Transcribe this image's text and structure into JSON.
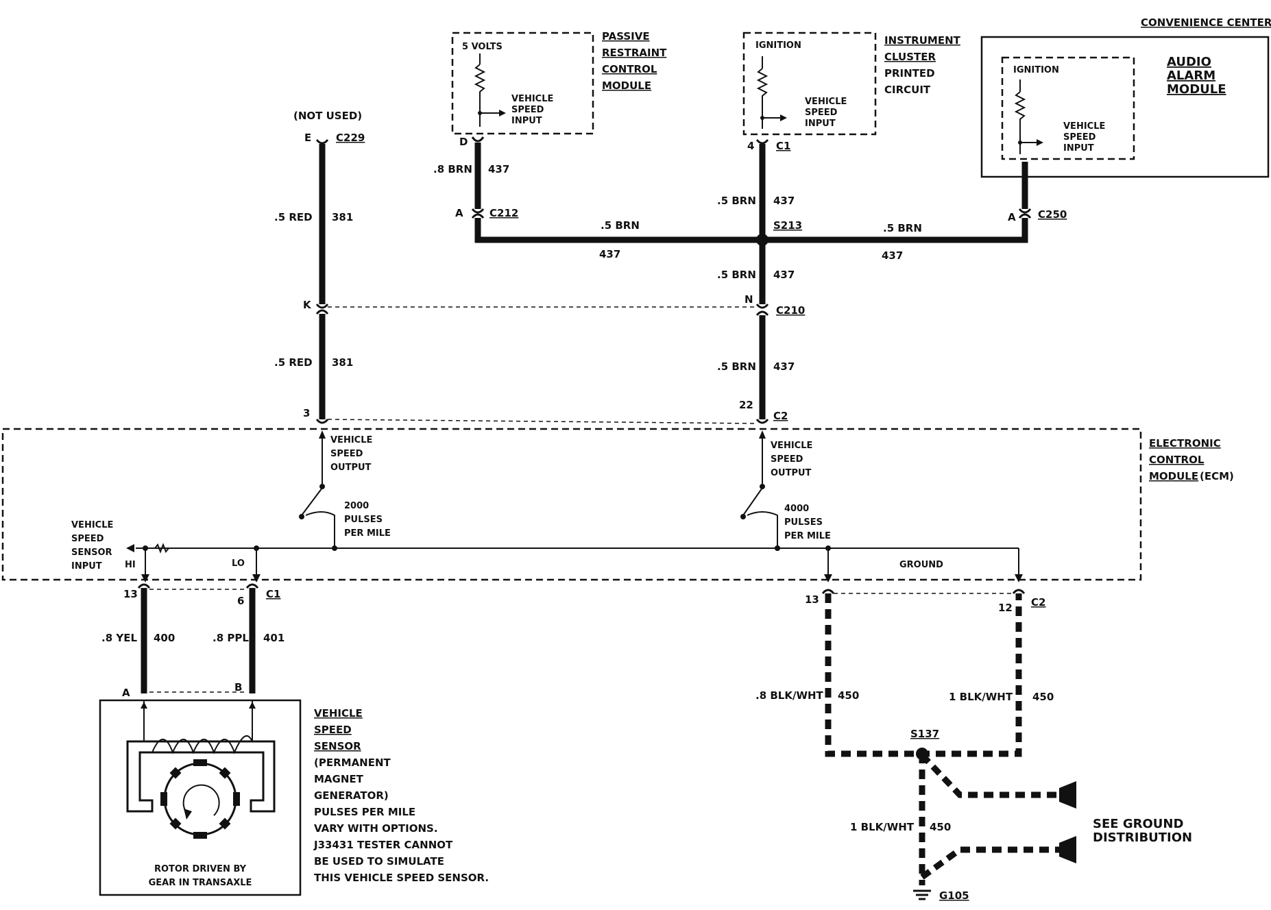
{
  "labels": {
    "not_used": "(NOT USED)",
    "five_volts": "5 VOLTS",
    "vehicle": "VEHICLE",
    "speed": "SPEED",
    "input": "INPUT",
    "output": "OUTPUT",
    "ignition": "IGNITION",
    "prcm": [
      "PASSIVE",
      "RESTRAINT",
      "CONTROL",
      "MODULE"
    ],
    "ic": [
      "INSTRUMENT",
      "CLUSTER",
      "PRINTED",
      "CIRCUIT"
    ],
    "conv_center": "CONVENIENCE CENTER",
    "aam": [
      "AUDIO",
      "ALARM",
      "MODULE"
    ],
    "ecm": [
      "ELECTRONIC",
      "CONTROL",
      "MODULE",
      "(ECM)"
    ],
    "pulses_2000": [
      "2000",
      "PULSES",
      "PER MILE"
    ],
    "pulses_4000": [
      "4000",
      "PULSES",
      "PER MILE"
    ],
    "vss_input": [
      "VEHICLE",
      "SPEED",
      "SENSOR",
      "INPUT"
    ],
    "hi": "HI",
    "lo": "LO",
    "ground": "GROUND",
    "vss_title": [
      "VEHICLE",
      "SPEED",
      "SENSOR"
    ],
    "vss_desc": [
      "(PERMANENT",
      "MAGNET",
      "GENERATOR)",
      "PULSES PER MILE",
      "VARY WITH OPTIONS.",
      "J33431 TESTER CANNOT",
      "BE USED TO SIMULATE",
      "THIS VEHICLE SPEED SENSOR."
    ],
    "rotor": [
      "ROTOR DRIVEN BY",
      "GEAR IN TRANSAXLE"
    ],
    "see_ground": [
      "SEE GROUND",
      "DISTRIBUTION"
    ]
  },
  "connectors": {
    "c229": "C229",
    "c212": "C212",
    "c1": "C1",
    "c250": "C250",
    "c210": "C210",
    "c2": "C2",
    "s213": "S213",
    "s137": "S137",
    "g105": "G105"
  },
  "pins": {
    "e": "E",
    "d": "D",
    "a": "A",
    "four": "4",
    "k": "K",
    "n": "N",
    "three": "3",
    "twentytwo": "22",
    "thirteen": "13",
    "six": "6",
    "twelve": "12",
    "b": "B"
  },
  "wires": {
    "red_gauge": ".5 RED",
    "red_circuit": "381",
    "brn8_gauge": ".8 BRN",
    "brn5_gauge": ".5 BRN",
    "brn_circuit": "437",
    "yel_gauge": ".8 YEL",
    "yel_circuit": "400",
    "ppl_gauge": ".8 PPL",
    "ppl_circuit": "401",
    "blkwht8_gauge": ".8 BLK/WHT",
    "blkwht1_gauge": "1 BLK/WHT",
    "blkwht_circuit": "450"
  }
}
